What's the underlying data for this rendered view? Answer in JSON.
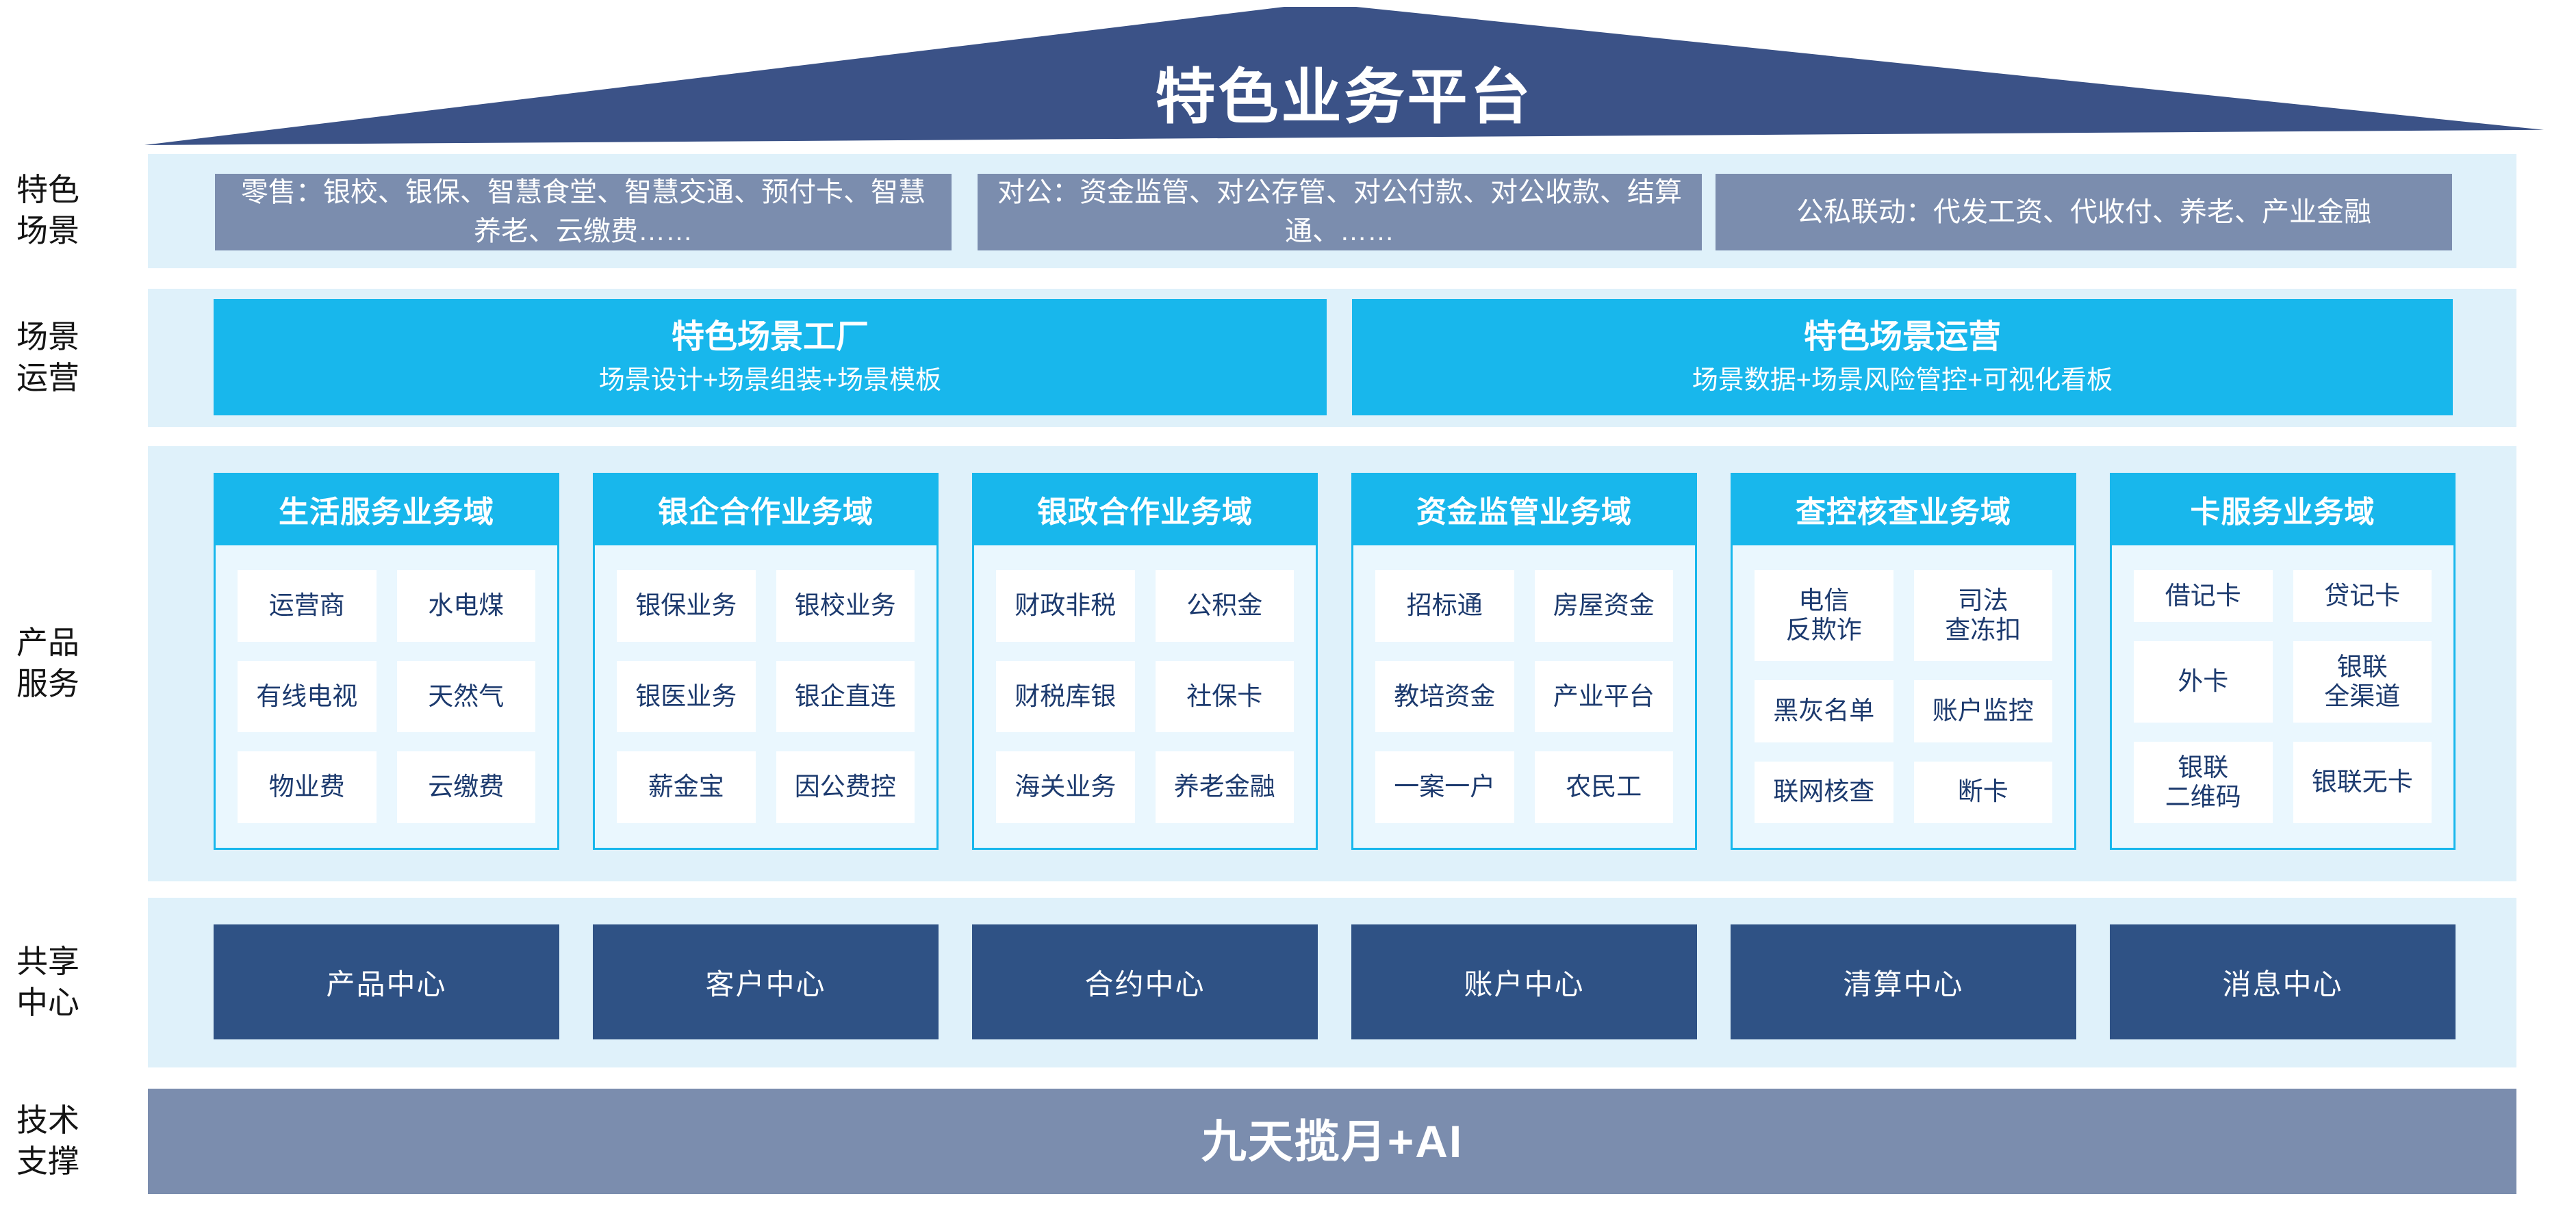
{
  "colors": {
    "roof_navy": "#3b5287",
    "cyan_accent": "#18b7ec",
    "panel_gray_blue": "#7b8dae",
    "center_navy": "#2f5285",
    "band_light_blue": "#dff1fa",
    "column_body_blue": "#eaf7fe",
    "cell_text_navy": "#1c3a6e"
  },
  "roof": {
    "title": "特色业务平台"
  },
  "side_labels": [
    {
      "text": "特色\n场景"
    },
    {
      "text": "场景\n运营"
    },
    {
      "text": "产品\n服务"
    },
    {
      "text": "共享\n中心"
    },
    {
      "text": "技术\n支撑"
    }
  ],
  "scene_row": {
    "boxes": [
      "零售：银校、银保、智慧食堂、智慧交通、预付卡、智慧养老、云缴费……",
      "对公：资金监管、对公存管、对公付款、对公收款、结算通、……",
      "公私联动：代发工资、代收付、养老、产业金融"
    ]
  },
  "operation_row": {
    "boxes": [
      {
        "title": "特色场景工厂",
        "subtitle": "场景设计+场景组装+场景模板"
      },
      {
        "title": "特色场景运营",
        "subtitle": "场景数据+场景风险管控+可视化看板"
      }
    ]
  },
  "product_columns": [
    {
      "title": "生活服务业务域",
      "cells": [
        "运营商",
        "水电煤",
        "有线电视",
        "天然气",
        "物业费",
        "云缴费"
      ]
    },
    {
      "title": "银企合作业务域",
      "cells": [
        "银保业务",
        "银校业务",
        "银医业务",
        "银企直连",
        "薪金宝",
        "因公费控"
      ]
    },
    {
      "title": "银政合作业务域",
      "cells": [
        "财政非税",
        "公积金",
        "财税库银",
        "社保卡",
        "海关业务",
        "养老金融"
      ]
    },
    {
      "title": "资金监管业务域",
      "cells": [
        "招标通",
        "房屋资金",
        "教培资金",
        "产业平台",
        "一案一户",
        "农民工"
      ]
    },
    {
      "title": "查控核查业务域",
      "cells": [
        "电信\n反欺诈",
        "司法\n查冻扣",
        "黑灰名单",
        "账户监控",
        "联网核查",
        "断卡"
      ]
    },
    {
      "title": "卡服务业务域",
      "cells": [
        "借记卡",
        "贷记卡",
        "外卡",
        "银联\n全渠道",
        "银联\n二维码",
        "银联无卡"
      ]
    }
  ],
  "share_centers": [
    "产品中心",
    "客户中心",
    "合约中心",
    "账户中心",
    "清算中心",
    "消息中心"
  ],
  "tech_support": {
    "title": "九天揽月+AI"
  }
}
